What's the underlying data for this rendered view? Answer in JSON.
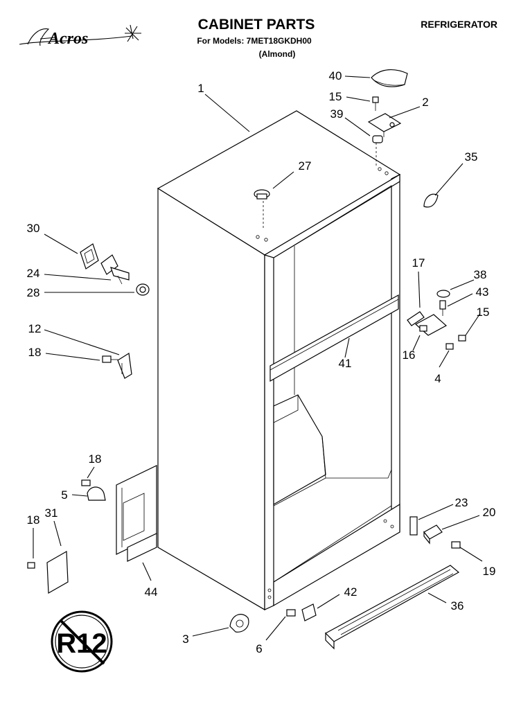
{
  "header": {
    "brand": "Acros",
    "title": "CABINET PARTS",
    "section": "REFRIGERATOR",
    "models_line": "For Models: 7MET18GKDH00",
    "color_line": "(Almond)"
  },
  "badge": {
    "text": "R12"
  },
  "callouts": [
    {
      "id": "c1",
      "label": "1"
    },
    {
      "id": "c2",
      "label": "2"
    },
    {
      "id": "c3",
      "label": "3"
    },
    {
      "id": "c4",
      "label": "4"
    },
    {
      "id": "c5",
      "label": "5"
    },
    {
      "id": "c6",
      "label": "6"
    },
    {
      "id": "c12",
      "label": "12"
    },
    {
      "id": "c15a",
      "label": "15"
    },
    {
      "id": "c15b",
      "label": "15"
    },
    {
      "id": "c16",
      "label": "16"
    },
    {
      "id": "c17",
      "label": "17"
    },
    {
      "id": "c18a",
      "label": "18"
    },
    {
      "id": "c18b",
      "label": "18"
    },
    {
      "id": "c18c",
      "label": "18"
    },
    {
      "id": "c19",
      "label": "19"
    },
    {
      "id": "c20",
      "label": "20"
    },
    {
      "id": "c23",
      "label": "23"
    },
    {
      "id": "c24",
      "label": "24"
    },
    {
      "id": "c27",
      "label": "27"
    },
    {
      "id": "c28",
      "label": "28"
    },
    {
      "id": "c30",
      "label": "30"
    },
    {
      "id": "c31",
      "label": "31"
    },
    {
      "id": "c35",
      "label": "35"
    },
    {
      "id": "c36",
      "label": "36"
    },
    {
      "id": "c38",
      "label": "38"
    },
    {
      "id": "c39",
      "label": "39"
    },
    {
      "id": "c40",
      "label": "40"
    },
    {
      "id": "c41",
      "label": "41"
    },
    {
      "id": "c42",
      "label": "42"
    },
    {
      "id": "c43",
      "label": "43"
    },
    {
      "id": "c44",
      "label": "44"
    }
  ]
}
